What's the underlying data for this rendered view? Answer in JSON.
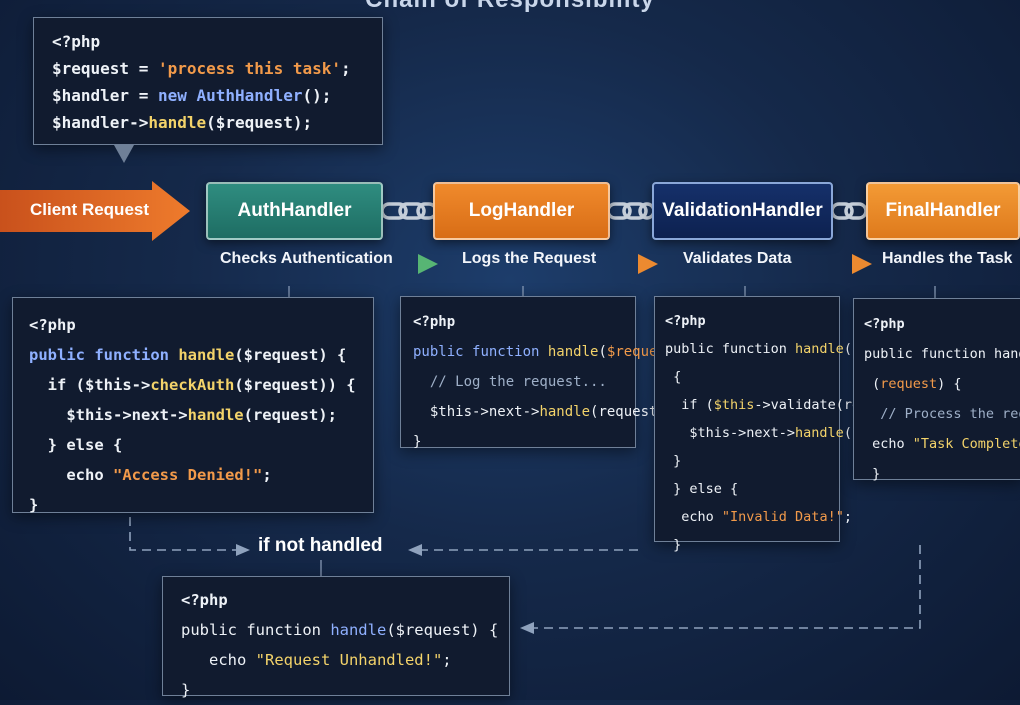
{
  "title": "Chain of Responsibility",
  "client_request": {
    "label": "Client Request"
  },
  "top_code": {
    "lines": [
      [
        {
          "t": "<?php",
          "c": "php-tag"
        }
      ],
      [
        {
          "t": "$request = ",
          "c": "plain"
        },
        {
          "t": "'process this task'",
          "c": "str"
        },
        {
          "t": ";",
          "c": "plain"
        }
      ],
      [
        {
          "t": "$handler = ",
          "c": "plain"
        },
        {
          "t": "new ",
          "c": "kw"
        },
        {
          "t": "AuthHandler",
          "c": "kw"
        },
        {
          "t": "();",
          "c": "plain"
        }
      ],
      [
        {
          "t": "$handler->",
          "c": "plain"
        },
        {
          "t": "handle",
          "c": "fn"
        },
        {
          "t": "($request);",
          "c": "plain"
        }
      ]
    ]
  },
  "handlers": [
    {
      "name": "AuthHandler",
      "caption": "Checks Authentication"
    },
    {
      "name": "LogHandler",
      "caption": "Logs the Request"
    },
    {
      "name": "ValidationHandler",
      "caption": "Validates Data"
    },
    {
      "name": "FinalHandler",
      "caption": "Handles the Task"
    }
  ],
  "code_auth": {
    "lines": [
      [
        {
          "t": "<?php",
          "c": "php-tag"
        }
      ],
      [
        {
          "t": "public ",
          "c": "kw"
        },
        {
          "t": "function ",
          "c": "kw"
        },
        {
          "t": "handle",
          "c": "fn"
        },
        {
          "t": "($request) {",
          "c": "plain"
        }
      ],
      [
        {
          "t": "  if ($this->",
          "c": "plain"
        },
        {
          "t": "checkAuth",
          "c": "fn"
        },
        {
          "t": "($request)) {",
          "c": "plain"
        }
      ],
      [
        {
          "t": "    $this->next->",
          "c": "plain"
        },
        {
          "t": "handle",
          "c": "fn"
        },
        {
          "t": "(request);",
          "c": "plain"
        }
      ],
      [
        {
          "t": "  } else {",
          "c": "plain"
        }
      ],
      [
        {
          "t": "    echo ",
          "c": "plain"
        },
        {
          "t": "\"Access Denied!\"",
          "c": "str"
        },
        {
          "t": ";",
          "c": "plain"
        }
      ],
      [
        {
          "t": "}",
          "c": "plain"
        }
      ]
    ]
  },
  "code_log": {
    "lines": [
      [
        {
          "t": "<?php",
          "c": "php-tag"
        }
      ],
      [
        {
          "t": "public ",
          "c": "kw"
        },
        {
          "t": "function ",
          "c": "kw"
        },
        {
          "t": "handle",
          "c": "fn"
        },
        {
          "t": "(",
          "c": "plain"
        },
        {
          "t": "$request",
          "c": "str"
        },
        {
          "t": ") {",
          "c": "plain"
        }
      ],
      [
        {
          "t": "  // Log the request...",
          "c": "cmt"
        }
      ],
      [
        {
          "t": "  $this->next->",
          "c": "plain"
        },
        {
          "t": "handle",
          "c": "fn"
        },
        {
          "t": "(request);",
          "c": "plain"
        }
      ],
      [
        {
          "t": "}",
          "c": "plain"
        }
      ]
    ]
  },
  "code_val": {
    "lines": [
      [
        {
          "t": "<?php",
          "c": "php-tag"
        }
      ],
      [
        {
          "t": "public function ",
          "c": "plain"
        },
        {
          "t": "handle",
          "c": "fn"
        },
        {
          "t": "($",
          "c": "plain"
        }
      ],
      [
        {
          "t": " {",
          "c": "plain"
        }
      ],
      [
        {
          "t": "  if (",
          "c": "plain"
        },
        {
          "t": "$this",
          "c": "fn"
        },
        {
          "t": "->validate(request)){",
          "c": "plain"
        }
      ],
      [
        {
          "t": "   $this->next->",
          "c": "plain"
        },
        {
          "t": "handle",
          "c": "fn"
        },
        {
          "t": "(request);",
          "c": "plain"
        }
      ],
      [
        {
          "t": " }",
          "c": "plain"
        }
      ],
      [
        {
          "t": " } else {",
          "c": "plain"
        }
      ],
      [
        {
          "t": "  echo ",
          "c": "plain"
        },
        {
          "t": "\"Invalid Data!\"",
          "c": "str"
        },
        {
          "t": ";",
          "c": "plain"
        }
      ],
      [
        {
          "t": " }",
          "c": "plain"
        }
      ]
    ]
  },
  "code_final": {
    "lines": [
      [
        {
          "t": "<?php",
          "c": "php-tag"
        }
      ],
      [
        {
          "t": "public function handle($",
          "c": "plain"
        }
      ],
      [
        {
          "t": " (",
          "c": "plain"
        },
        {
          "t": "request",
          "c": "str"
        },
        {
          "t": ") {",
          "c": "plain"
        }
      ],
      [
        {
          "t": "  // Process the request",
          "c": "cmt"
        }
      ],
      [
        {
          "t": " echo ",
          "c": "plain"
        },
        {
          "t": "\"Task Completed!\"",
          "c": "fn"
        }
      ],
      [
        {
          "t": " }",
          "c": "plain"
        }
      ]
    ]
  },
  "unhandled": {
    "label": "if not handled"
  },
  "code_unhandled": {
    "lines": [
      [
        {
          "t": "<?php",
          "c": "php-tag"
        }
      ],
      [
        {
          "t": "public function ",
          "c": "plain"
        },
        {
          "t": "handle",
          "c": "kw"
        },
        {
          "t": "($request) {",
          "c": "plain"
        }
      ],
      [
        {
          "t": "   echo ",
          "c": "plain"
        },
        {
          "t": "\"Request Unhandled!\"",
          "c": "fn"
        },
        {
          "t": ";",
          "c": "plain"
        }
      ],
      [
        {
          "t": "}",
          "c": "plain"
        }
      ]
    ]
  },
  "colors": {
    "background": "#15294a",
    "auth": "#2f8d80",
    "log": "#f08a2c",
    "validation": "#15306a",
    "final": "#f39a35",
    "client_arrow": "#e8702a"
  }
}
